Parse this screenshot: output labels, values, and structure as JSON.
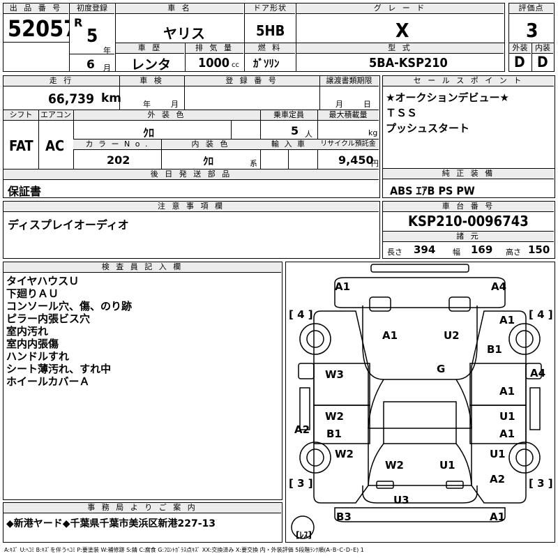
{
  "header": {
    "lot_number_label": "出 品 番 号",
    "lot_number": "52057",
    "first_reg_label": "初度登録",
    "era": "R",
    "year": "5",
    "year_suffix": "年",
    "month": "6",
    "month_suffix": "月",
    "model_name_label": "車 名",
    "model_name": "ヤリス",
    "door_label": "ドア形状",
    "door": "5HB",
    "grade_label": "グ レ ー ド",
    "grade": "X",
    "score_label": "評価点",
    "score": "3",
    "history_label": "車 歴",
    "history": "レンタ",
    "displacement_label": "排 気 量",
    "displacement": "1000",
    "displacement_unit": "cc",
    "fuel_label": "燃 料",
    "fuel": "ｶﾞｿﾘﾝ",
    "model_code_label": "型 式",
    "model_code": "5BA-KSP210",
    "exterior_label": "外装",
    "exterior": "D",
    "interior_label": "内装",
    "interior": "D"
  },
  "row2": {
    "mileage_label": "走 行",
    "mileage": "66,739",
    "mileage_unit": "km",
    "inspection_label": "車 検",
    "inspection_year": "年",
    "inspection_month": "月",
    "plate_label": "登 録 番 号",
    "transfer_label": "譲渡書類期限",
    "transfer_month": "月",
    "transfer_day": "日",
    "shift_label": "シフト",
    "shift": "FAT",
    "ac_label": "エアコン",
    "ac": "AC",
    "exterior_color_label": "外 装 色",
    "exterior_color": "ｸﾛ",
    "capacity_label": "乗車定員",
    "capacity": "5",
    "capacity_unit": "人",
    "max_load_label": "最大積載量",
    "max_load_unit": "kg",
    "color_no_label": "カ ラ ー N o .",
    "color_no": "202",
    "interior_color_label": "内 装 色",
    "interior_color": "ｸﾛ",
    "interior_color_unit": "系",
    "import_label": "輸 入 車",
    "recycle_label": "リサイクル預託金",
    "recycle": "9,450",
    "recycle_unit": "円",
    "later_parts_label": "後 日 発 送 部 品",
    "later_parts": "保証書"
  },
  "sales_points": {
    "label": "セ ー ル ス ポ イ ン ト",
    "lines": [
      "★オークションデビュー★",
      "ＴＳＳ",
      "プッシュスタート"
    ]
  },
  "equipment": {
    "label": "純 正 装 備",
    "value": "ABS ｴｱB PS PW"
  },
  "notes": {
    "label": "注 意 事 項 欄",
    "value": "ディスプレイオーディオ"
  },
  "chassis": {
    "label": "車 台 番 号",
    "value": "KSP210-0096743",
    "dims_label": "諸 元",
    "length_label": "長さ",
    "length": "394",
    "width_label": "幅",
    "width": "169",
    "height_label": "高さ",
    "height": "150"
  },
  "inspector": {
    "label": "検 査 員 記 入 欄",
    "lines": [
      "タイヤハウスＵ",
      "下廻りＡＵ",
      "コンソール穴、傷、のり跡",
      "ピラー内張ビス穴",
      "室内汚れ",
      "室内内張傷",
      "ハンドルすれ",
      "シート薄汚れ、すれ中",
      "ホイールカバーＡ"
    ]
  },
  "office": {
    "label": "事 務 局 よ り ご 案 内",
    "value": "◆新港ヤード◆千葉県千葉市美浜区新港227-13"
  },
  "diagram": {
    "tire_fl": "[ 4 ]",
    "tire_fr": "[ 4 ]",
    "tire_rl": "[ 3 ]",
    "tire_rr": "[ 3 ]",
    "spare": "[ﾚｽ]",
    "marks": [
      "A1",
      "A4",
      "A1",
      "U2",
      "A1",
      "B1",
      "G",
      "W3",
      "A1",
      "A4",
      "W2",
      "U1",
      "B1",
      "A1",
      "A2",
      "W2",
      "U1",
      "W2",
      "U1",
      "A2",
      "U3",
      "B3",
      "A1"
    ]
  },
  "legend": "A:ｷｽﾞ U:ﾍｺﾐ B:ｷｽﾞを伴うﾍｺﾐ P:要塗装 W:補修跡 S:錆 C:腐食 G:ﾌﾛﾝﾄｶﾞﾗｽ点ｷｽﾞ XX:交換済み X:要交換 内・外装評価 5段階ﾗﾝｸ順(A･B･C･D･E) 1"
}
